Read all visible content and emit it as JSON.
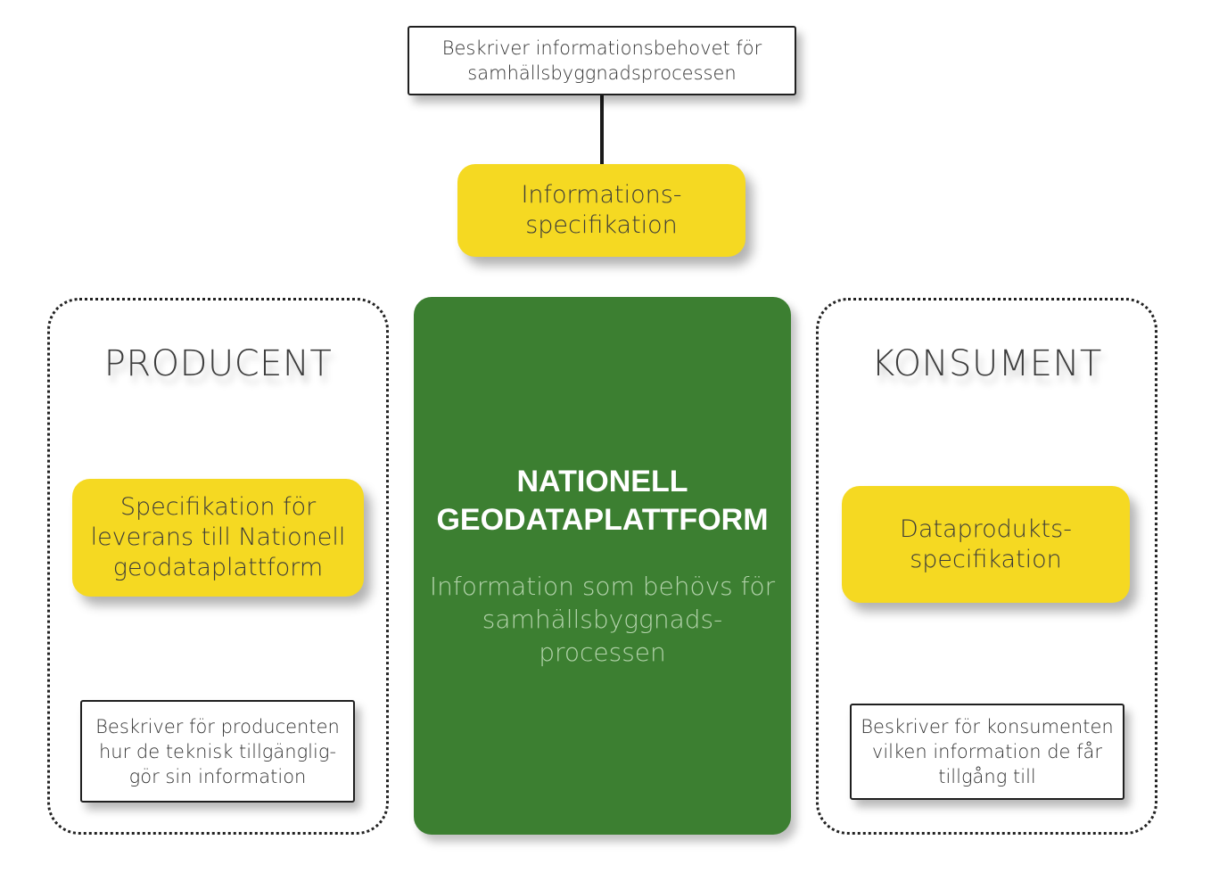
{
  "colors": {
    "spec_yellow": "#f5d922",
    "platform_green": "#3c7f31",
    "platform_desc_text": "#b3d3ab",
    "line": "#1a1a1a"
  },
  "top": {
    "note": "Beskriver informationsbehovet för\nsamhällsbyggnadsprocessen",
    "spec": "Informations-\nspecifikation"
  },
  "platform": {
    "title": "NATIONELL\nGEODATAPLATTFORM",
    "description": "Information som behövs för\nsamhällsbyggnads-\nprocessen"
  },
  "producer": {
    "title": "PRODUCENT",
    "spec": "Specifikation för\nleverans till Nationell\ngeodataplattform",
    "note": "Beskriver för producenten\nhur de teknisk tillgänglig-\ngör sin information"
  },
  "consumer": {
    "title": "KONSUMENT",
    "spec": "Dataprodukts-\nspecifikation",
    "note": "Beskriver för konsumenten\nvilken information de får\ntillgång till"
  }
}
